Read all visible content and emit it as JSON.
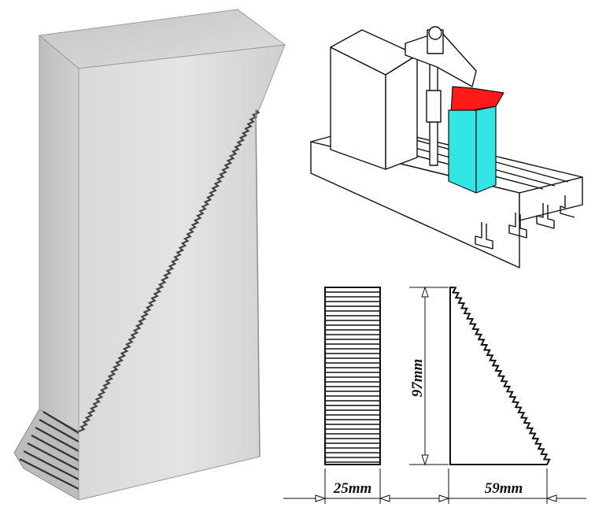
{
  "figure": {
    "dimensions": {
      "width_label": "25mm",
      "height_label": "97mm",
      "depth_label": "59mm"
    },
    "colors": {
      "step_block": "#e6e6e6",
      "clamp_wedge_red": "#ff1a1a",
      "clamp_wedge_cyan": "#33e6e6",
      "line": "#111111"
    }
  }
}
